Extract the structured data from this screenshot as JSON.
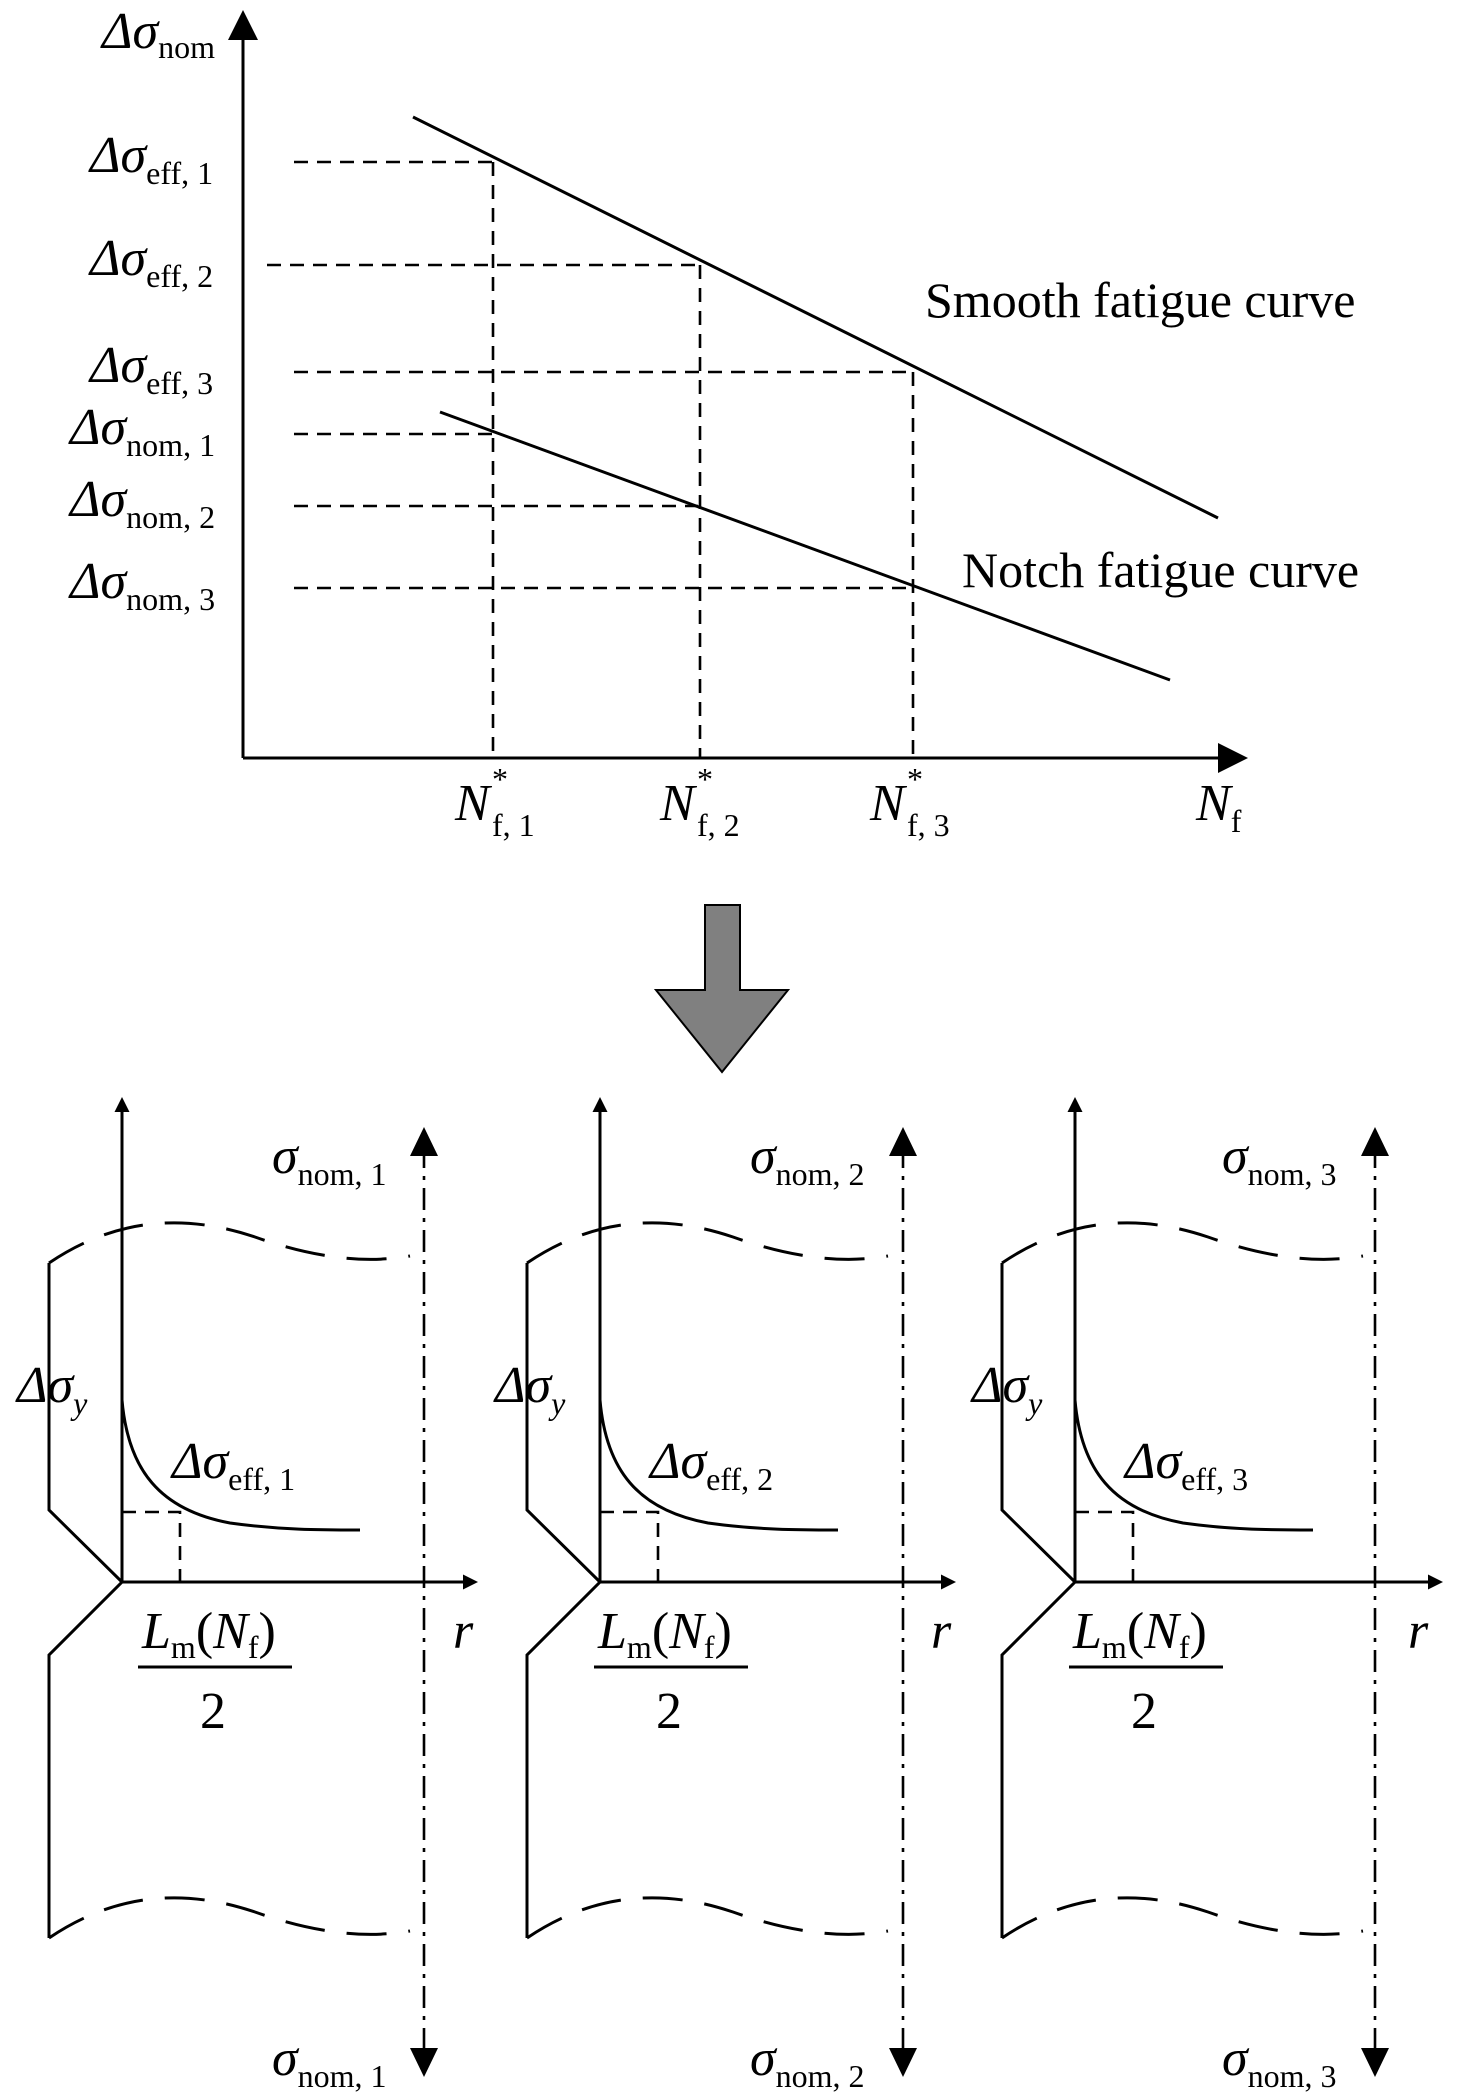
{
  "top_chart": {
    "y_axis_label": {
      "base": "Δσ",
      "sub": "nom"
    },
    "x_axis_label": {
      "base": "N",
      "sub": "f"
    },
    "y_ticks": [
      {
        "base": "Δσ",
        "sub": "eff, 1"
      },
      {
        "base": "Δσ",
        "sub": "eff, 2"
      },
      {
        "base": "Δσ",
        "sub": "eff, 3"
      },
      {
        "base": "Δσ",
        "sub": "nom, 1"
      },
      {
        "base": "Δσ",
        "sub": "nom, 2"
      },
      {
        "base": "Δσ",
        "sub": "nom, 3"
      }
    ],
    "x_ticks": [
      {
        "base": "N",
        "sup": "*",
        "sub": "f, 1"
      },
      {
        "base": "N",
        "sup": "*",
        "sub": "f, 2"
      },
      {
        "base": "N",
        "sup": "*",
        "sub": "f, 3"
      }
    ],
    "curves": {
      "smooth": "Smooth fatigue curve",
      "notch": "Notch fatigue curve"
    }
  },
  "arrow": {
    "color": "#808080"
  },
  "panels": [
    {
      "top_load": {
        "base": "σ",
        "sub": "nom, 1"
      },
      "bottom_load": {
        "base": "σ",
        "sub": "nom, 1"
      },
      "stress_axis": {
        "base": "Δσ",
        "sub": "y"
      },
      "curve_label": {
        "base": "Δσ",
        "sub": "eff, 1"
      },
      "distance_axis": "r",
      "fraction": {
        "numerator_base": "L",
        "numerator_sub": "m",
        "numerator_arg_base": "N",
        "numerator_arg_sub": "f",
        "denominator": "2"
      }
    },
    {
      "top_load": {
        "base": "σ",
        "sub": "nom, 2"
      },
      "bottom_load": {
        "base": "σ",
        "sub": "nom, 2"
      },
      "stress_axis": {
        "base": "Δσ",
        "sub": "y"
      },
      "curve_label": {
        "base": "Δσ",
        "sub": "eff, 2"
      },
      "distance_axis": "r",
      "fraction": {
        "numerator_base": "L",
        "numerator_sub": "m",
        "numerator_arg_base": "N",
        "numerator_arg_sub": "f",
        "denominator": "2"
      }
    },
    {
      "top_load": {
        "base": "σ",
        "sub": "nom, 3"
      },
      "bottom_load": {
        "base": "σ",
        "sub": "nom, 3"
      },
      "stress_axis": {
        "base": "Δσ",
        "sub": "y"
      },
      "curve_label": {
        "base": "Δσ",
        "sub": "eff, 3"
      },
      "distance_axis": "r",
      "fraction": {
        "numerator_base": "L",
        "numerator_sub": "m",
        "numerator_arg_base": "N",
        "numerator_arg_sub": "f",
        "denominator": "2"
      }
    }
  ]
}
